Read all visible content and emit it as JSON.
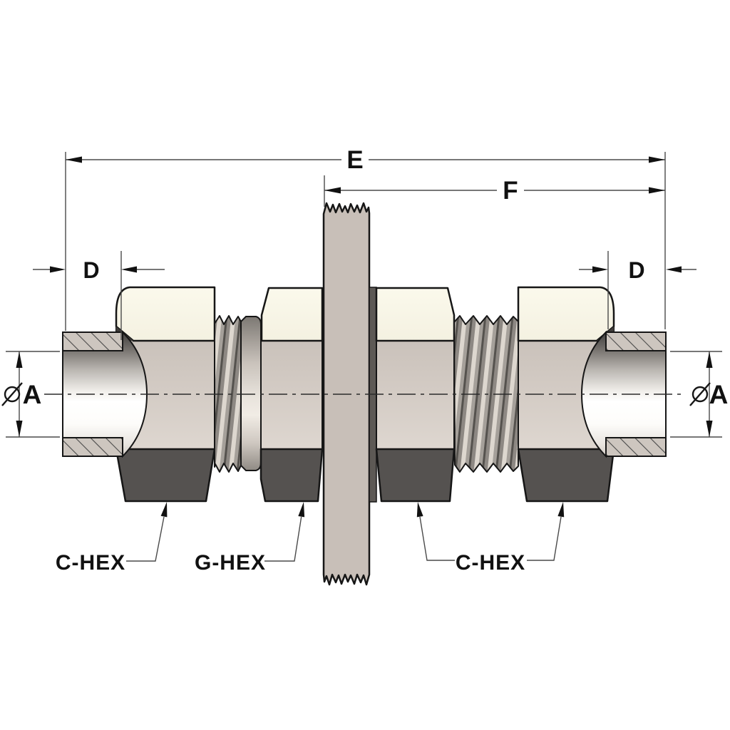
{
  "drawing": {
    "title": "bulkhead-union-fitting-cross-section",
    "dimension_labels": {
      "overall_length": "E",
      "panel_to_right_end": "F",
      "left_end_depth": "D",
      "right_end_depth": "D",
      "bore_diameter_left": "A",
      "bore_diameter_right": "A"
    },
    "callout_labels": {
      "c_hex_left": "C-HEX",
      "g_hex": "G-HEX",
      "c_hex_right": "C-HEX"
    },
    "icons": {
      "diameter_symbol_left": "circle-slash",
      "diameter_symbol_right": "circle-slash"
    },
    "colors": {
      "background": "#ffffff",
      "hex_top_face": "#f9f6e8",
      "hex_front_face": "#d2cac2",
      "hex_bottom_face": "#555250",
      "bulkhead_panel": "#c8bfb8",
      "section_hatch_bg": "#cdc6bf",
      "outline": "#161616",
      "dim_line": "#4a4a4a"
    }
  }
}
